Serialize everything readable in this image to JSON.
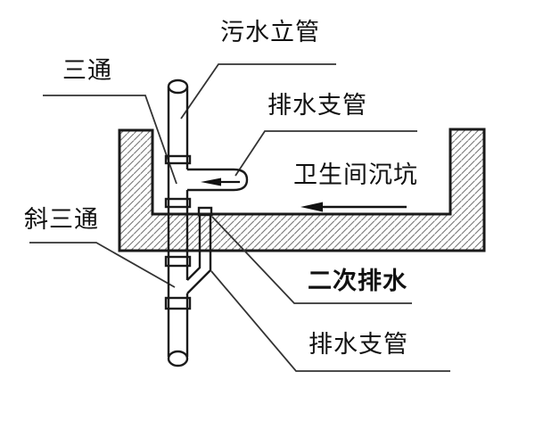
{
  "diagram": {
    "type": "technical-plumbing-section",
    "background": "#ffffff",
    "line_color": "#1a1a1a",
    "leader_color": "#333333",
    "hatch_color": "#777777",
    "text_color": "#111111",
    "labels": {
      "sewage_riser": "污水立管",
      "tee": "三通",
      "drain_branch_top": "排水支管",
      "pit": "卫生间沉坑",
      "oblique_tee": "斜三通",
      "secondary_drain": "二次排水",
      "drain_branch_bottom": "排水支管"
    },
    "flow_arrows": [
      {
        "name": "branch-pipe-flow",
        "direction": "left"
      },
      {
        "name": "pit-floor-flow",
        "direction": "left"
      }
    ],
    "parts": [
      "sunken-pit-concrete-section",
      "vertical-sewage-stack",
      "four-hub-joints",
      "tee-branch-with-rounded-end",
      "secondary-drain-inlet-box",
      "oblique-tee-connection"
    ]
  }
}
